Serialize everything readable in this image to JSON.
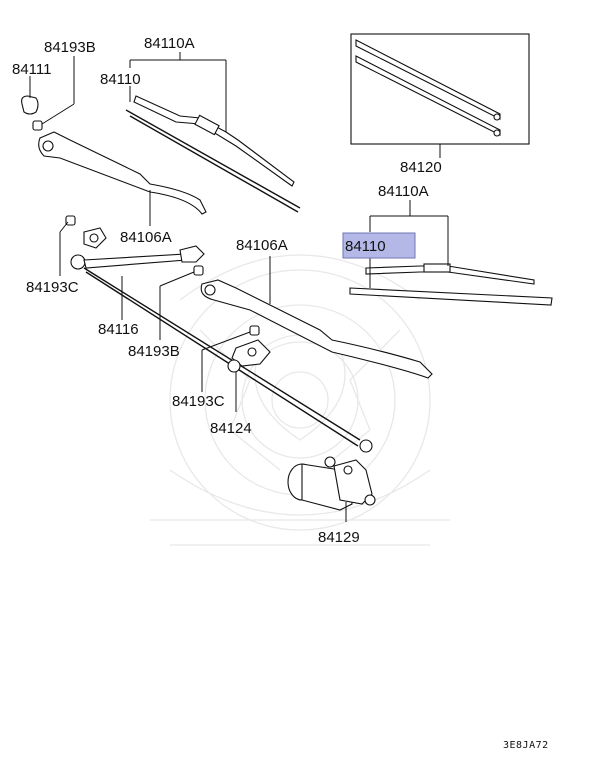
{
  "diagram": {
    "labels": {
      "p84193B_top": "84193B",
      "p84111": "84111",
      "p84110A_left": "84110A",
      "p84110_left": "84110",
      "p84120": "84120",
      "p84110A_right": "84110A",
      "p84110_right": "84110",
      "p84106A_left": "84106A",
      "p84106A_right": "84106A",
      "p84193C_left": "84193C",
      "p84116": "84116",
      "p84193B_mid": "84193B",
      "p84193C_bottom": "84193C",
      "p84124": "84124",
      "p84129": "84129"
    },
    "highlight_color": "#b3b8e6",
    "diagram_code": "3E8JA72"
  }
}
